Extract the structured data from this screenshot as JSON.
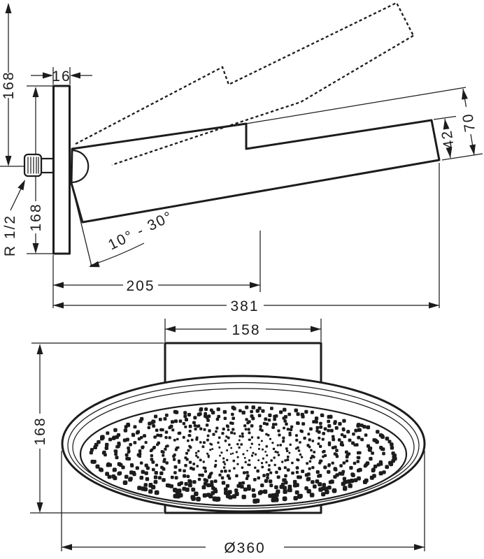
{
  "drawing": {
    "background": "#ffffff",
    "line_color": "#1c1c1c",
    "side_view": {
      "dims": {
        "overall_height": "168",
        "plate_thickness": "16",
        "plate_height": "168",
        "thread": "R 1/2",
        "tilt_range": "10° - 30°",
        "projection_partial": "205",
        "projection_total": "381",
        "head_end_total": "70",
        "head_end_thickness": "42"
      }
    },
    "bottom_view": {
      "dims": {
        "bracket_width": "158",
        "depth": "168",
        "diameter": "Ø360"
      }
    }
  }
}
